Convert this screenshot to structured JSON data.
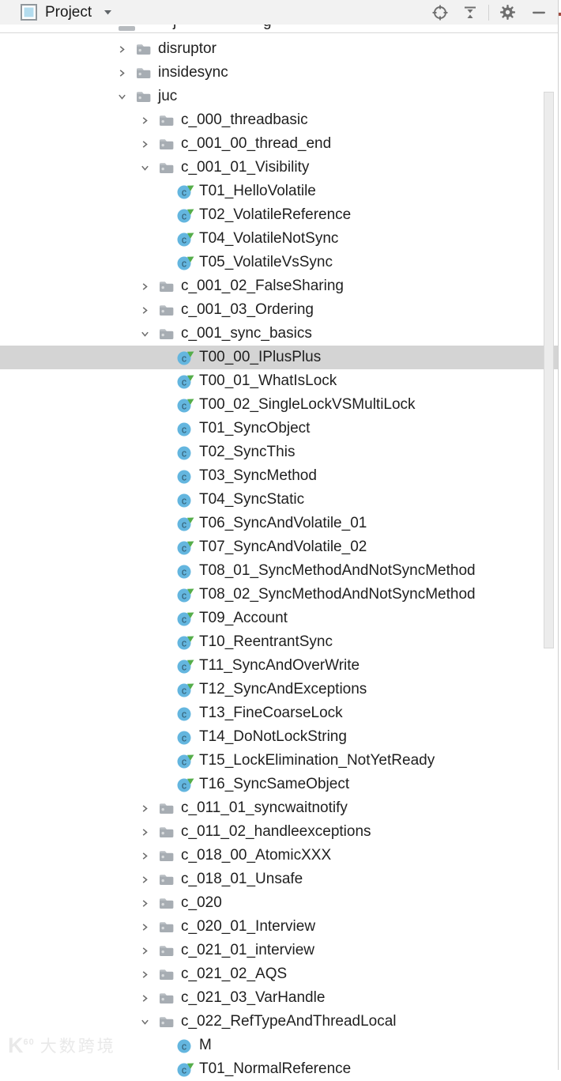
{
  "toolbar": {
    "title": "Project",
    "title_icon": "project-tool-window-icon",
    "dropdown_icon": "chevron-down-icon",
    "actions": [
      {
        "name": "locate-file",
        "icon": "crosshair-icon"
      },
      {
        "name": "collapse-all",
        "icon": "collapse-all-icon"
      },
      {
        "name": "settings",
        "icon": "gear-icon"
      },
      {
        "name": "hide-panel",
        "icon": "minus-icon"
      }
    ]
  },
  "partial_top_row": {
    "note": "clipped tree row at top, only bottom sliver visible",
    "fragments": [
      "j",
      "g"
    ]
  },
  "tree": {
    "items": [
      {
        "label": "disruptor",
        "kind": "package",
        "level": 1,
        "expanded": false,
        "runnable": false,
        "selected": false
      },
      {
        "label": "insidesync",
        "kind": "package",
        "level": 1,
        "expanded": false,
        "runnable": false,
        "selected": false
      },
      {
        "label": "juc",
        "kind": "package",
        "level": 1,
        "expanded": true,
        "runnable": false,
        "selected": false
      },
      {
        "label": "c_000_threadbasic",
        "kind": "package",
        "level": 2,
        "expanded": false,
        "runnable": false,
        "selected": false
      },
      {
        "label": "c_001_00_thread_end",
        "kind": "package",
        "level": 2,
        "expanded": false,
        "runnable": false,
        "selected": false
      },
      {
        "label": "c_001_01_Visibility",
        "kind": "package",
        "level": 2,
        "expanded": true,
        "runnable": false,
        "selected": false
      },
      {
        "label": "T01_HelloVolatile",
        "kind": "class",
        "level": 3,
        "expanded": null,
        "runnable": true,
        "selected": false
      },
      {
        "label": "T02_VolatileReference",
        "kind": "class",
        "level": 3,
        "expanded": null,
        "runnable": true,
        "selected": false
      },
      {
        "label": "T04_VolatileNotSync",
        "kind": "class",
        "level": 3,
        "expanded": null,
        "runnable": true,
        "selected": false
      },
      {
        "label": "T05_VolatileVsSync",
        "kind": "class",
        "level": 3,
        "expanded": null,
        "runnable": true,
        "selected": false
      },
      {
        "label": "c_001_02_FalseSharing",
        "kind": "package",
        "level": 2,
        "expanded": false,
        "runnable": false,
        "selected": false
      },
      {
        "label": "c_001_03_Ordering",
        "kind": "package",
        "level": 2,
        "expanded": false,
        "runnable": false,
        "selected": false
      },
      {
        "label": "c_001_sync_basics",
        "kind": "package",
        "level": 2,
        "expanded": true,
        "runnable": false,
        "selected": false
      },
      {
        "label": "T00_00_IPlusPlus",
        "kind": "class",
        "level": 3,
        "expanded": null,
        "runnable": true,
        "selected": true
      },
      {
        "label": "T00_01_WhatIsLock",
        "kind": "class",
        "level": 3,
        "expanded": null,
        "runnable": true,
        "selected": false
      },
      {
        "label": "T00_02_SingleLockVSMultiLock",
        "kind": "class",
        "level": 3,
        "expanded": null,
        "runnable": true,
        "selected": false
      },
      {
        "label": "T01_SyncObject",
        "kind": "class",
        "level": 3,
        "expanded": null,
        "runnable": false,
        "selected": false
      },
      {
        "label": "T02_SyncThis",
        "kind": "class",
        "level": 3,
        "expanded": null,
        "runnable": false,
        "selected": false
      },
      {
        "label": "T03_SyncMethod",
        "kind": "class",
        "level": 3,
        "expanded": null,
        "runnable": false,
        "selected": false
      },
      {
        "label": "T04_SyncStatic",
        "kind": "class",
        "level": 3,
        "expanded": null,
        "runnable": false,
        "selected": false
      },
      {
        "label": "T06_SyncAndVolatile_01",
        "kind": "class",
        "level": 3,
        "expanded": null,
        "runnable": true,
        "selected": false
      },
      {
        "label": "T07_SyncAndVolatile_02",
        "kind": "class",
        "level": 3,
        "expanded": null,
        "runnable": true,
        "selected": false
      },
      {
        "label": "T08_01_SyncMethodAndNotSyncMethod",
        "kind": "class",
        "level": 3,
        "expanded": null,
        "runnable": false,
        "selected": false
      },
      {
        "label": "T08_02_SyncMethodAndNotSyncMethod",
        "kind": "class",
        "level": 3,
        "expanded": null,
        "runnable": true,
        "selected": false
      },
      {
        "label": "T09_Account",
        "kind": "class",
        "level": 3,
        "expanded": null,
        "runnable": true,
        "selected": false
      },
      {
        "label": "T10_ReentrantSync",
        "kind": "class",
        "level": 3,
        "expanded": null,
        "runnable": true,
        "selected": false
      },
      {
        "label": "T11_SyncAndOverWrite",
        "kind": "class",
        "level": 3,
        "expanded": null,
        "runnable": true,
        "selected": false
      },
      {
        "label": "T12_SyncAndExceptions",
        "kind": "class",
        "level": 3,
        "expanded": null,
        "runnable": true,
        "selected": false
      },
      {
        "label": "T13_FineCoarseLock",
        "kind": "class",
        "level": 3,
        "expanded": null,
        "runnable": false,
        "selected": false
      },
      {
        "label": "T14_DoNotLockString",
        "kind": "class",
        "level": 3,
        "expanded": null,
        "runnable": false,
        "selected": false
      },
      {
        "label": "T15_LockElimination_NotYetReady",
        "kind": "class",
        "level": 3,
        "expanded": null,
        "runnable": true,
        "selected": false
      },
      {
        "label": "T16_SyncSameObject",
        "kind": "class",
        "level": 3,
        "expanded": null,
        "runnable": true,
        "selected": false
      },
      {
        "label": "c_011_01_syncwaitnotify",
        "kind": "package",
        "level": 2,
        "expanded": false,
        "runnable": false,
        "selected": false
      },
      {
        "label": "c_011_02_handleexceptions",
        "kind": "package",
        "level": 2,
        "expanded": false,
        "runnable": false,
        "selected": false
      },
      {
        "label": "c_018_00_AtomicXXX",
        "kind": "package",
        "level": 2,
        "expanded": false,
        "runnable": false,
        "selected": false
      },
      {
        "label": "c_018_01_Unsafe",
        "kind": "package",
        "level": 2,
        "expanded": false,
        "runnable": false,
        "selected": false
      },
      {
        "label": "c_020",
        "kind": "package",
        "level": 2,
        "expanded": false,
        "runnable": false,
        "selected": false
      },
      {
        "label": "c_020_01_Interview",
        "kind": "package",
        "level": 2,
        "expanded": false,
        "runnable": false,
        "selected": false
      },
      {
        "label": "c_021_01_interview",
        "kind": "package",
        "level": 2,
        "expanded": false,
        "runnable": false,
        "selected": false
      },
      {
        "label": "c_021_02_AQS",
        "kind": "package",
        "level": 2,
        "expanded": false,
        "runnable": false,
        "selected": false
      },
      {
        "label": "c_021_03_VarHandle",
        "kind": "package",
        "level": 2,
        "expanded": false,
        "runnable": false,
        "selected": false
      },
      {
        "label": "c_022_RefTypeAndThreadLocal",
        "kind": "package",
        "level": 2,
        "expanded": true,
        "runnable": false,
        "selected": false
      },
      {
        "label": "M",
        "kind": "class",
        "level": 3,
        "expanded": null,
        "runnable": false,
        "selected": false
      },
      {
        "label": "T01_NormalReference",
        "kind": "class",
        "level": 3,
        "expanded": null,
        "runnable": true,
        "selected": false
      }
    ]
  },
  "scrollbar": {
    "visible": true
  },
  "watermark": {
    "logo": "K",
    "logo_sup": "60",
    "text": "大数跨境"
  },
  "colors": {
    "toolbar_bg": "#f2f2f2",
    "selection": "#d4d4d4",
    "text": "#1f1f1f",
    "folder_gray": "#a7adb3",
    "class_icon_blue": "#64b6df",
    "run_arrow_green": "#55ad4a",
    "icon_gray": "#6f6f6f"
  }
}
